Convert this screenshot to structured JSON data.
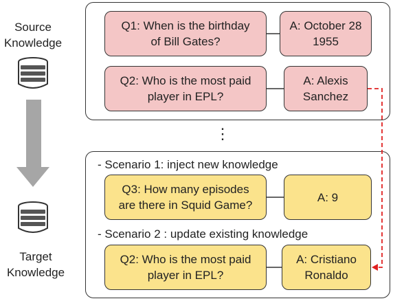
{
  "source": {
    "label_line1": "Source",
    "label_line2": "Knowledge"
  },
  "target": {
    "label_line1": "Target",
    "label_line2": "Knowledge"
  },
  "source_panel": {
    "rows": [
      {
        "question_line1": "Q1: When is the birthday",
        "question_line2": "of Bill Gates?",
        "answer_line1": "A: October 28",
        "answer_line2": "1955"
      },
      {
        "question_line1": "Q2: Who is the most paid",
        "question_line2": "player in EPL?",
        "answer_line1": "A: Alexis",
        "answer_line2": "Sanchez"
      }
    ]
  },
  "ellipsis": "⋮",
  "target_panel": {
    "scenario1": {
      "title": "- Scenario 1: inject new knowledge",
      "question_line1": "Q3: How many episodes",
      "question_line2": "are there in Squid Game?",
      "answer": "A: 9"
    },
    "scenario2": {
      "title": "- Scenario 2 : update existing knowledge",
      "question_line1": "Q2: Who is the most paid",
      "question_line2": "player in EPL?",
      "answer_line1": "A: Cristiano",
      "answer_line2": "Ronaldo"
    }
  },
  "colors": {
    "pink_box": "#f4c6c6",
    "yellow_box": "#fbe38c",
    "red_arrow": "#e02020",
    "gray_arrow": "#a6a6a6"
  },
  "icons": [
    "database-icon",
    "down-arrow-icon"
  ]
}
